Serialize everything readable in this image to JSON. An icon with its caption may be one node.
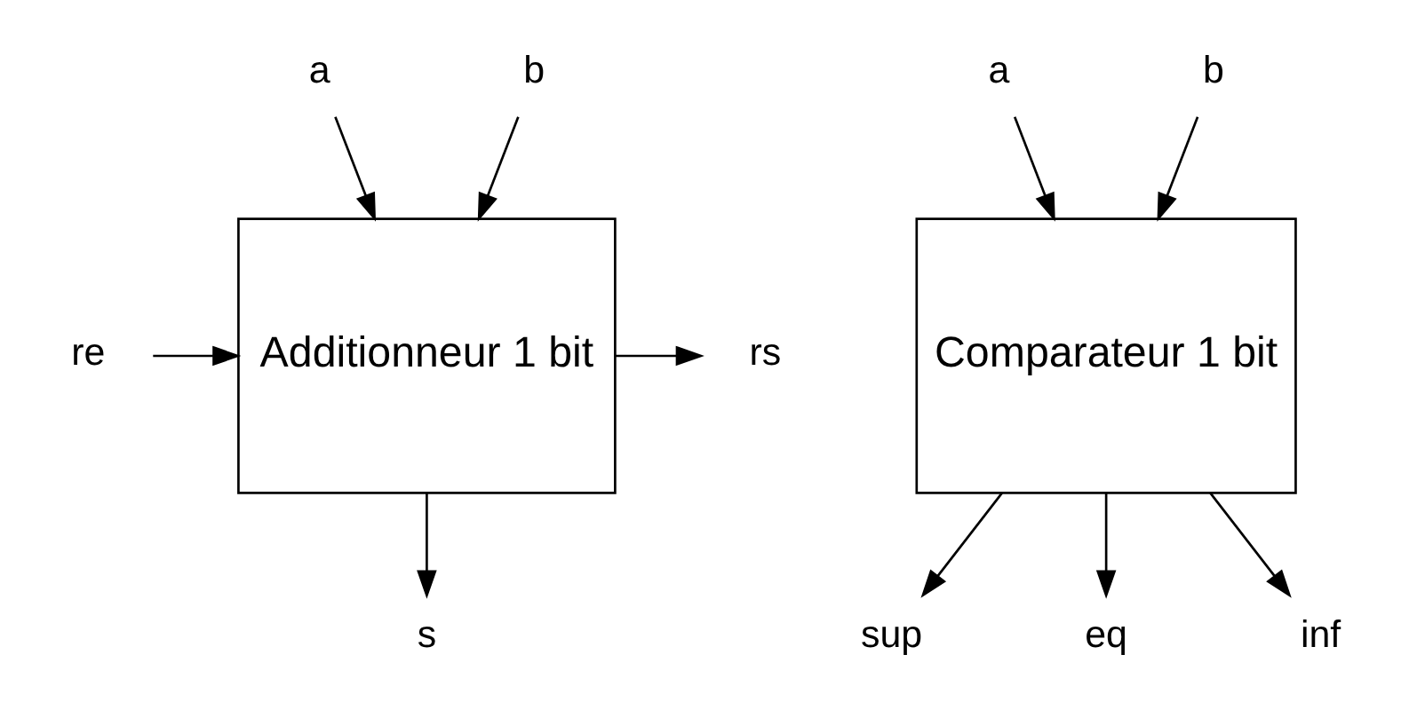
{
  "diagram": {
    "nodes": [
      {
        "text": [
          "a"
        ]
      },
      {
        "text": [
          "b"
        ]
      },
      {
        "text": [
          "a"
        ]
      },
      {
        "text": [
          "b"
        ]
      },
      {
        "text": [
          "Additionneur 1 bit"
        ]
      },
      {
        "text": [
          "Comparateur 1 bit"
        ]
      },
      {
        "text": [
          "rs"
        ]
      },
      {
        "text": [
          "re"
        ]
      },
      {
        "text": [
          "s"
        ]
      },
      {
        "text": [
          "sup"
        ]
      },
      {
        "text": [
          "eq"
        ]
      },
      {
        "text": [
          "inf"
        ]
      }
    ],
    "edges": [
      {
        "from": 0,
        "to": 4,
        "arrow": "to"
      },
      {
        "from": 1,
        "to": 4,
        "arrow": "to"
      },
      {
        "from": 2,
        "to": 5,
        "arrow": "to"
      },
      {
        "from": 3,
        "to": 5,
        "arrow": "to"
      },
      {
        "from": 4,
        "to": 6,
        "arrow": "to"
      },
      {
        "from": 7,
        "to": 4,
        "arrow": "to"
      },
      {
        "from": 4,
        "to": 8,
        "arrow": "to"
      },
      {
        "from": 5,
        "to": 9,
        "arrow": "to"
      },
      {
        "from": 5,
        "to": 10,
        "arrow": "to"
      },
      {
        "from": 5,
        "to": 11,
        "arrow": "to"
      }
    ]
  }
}
